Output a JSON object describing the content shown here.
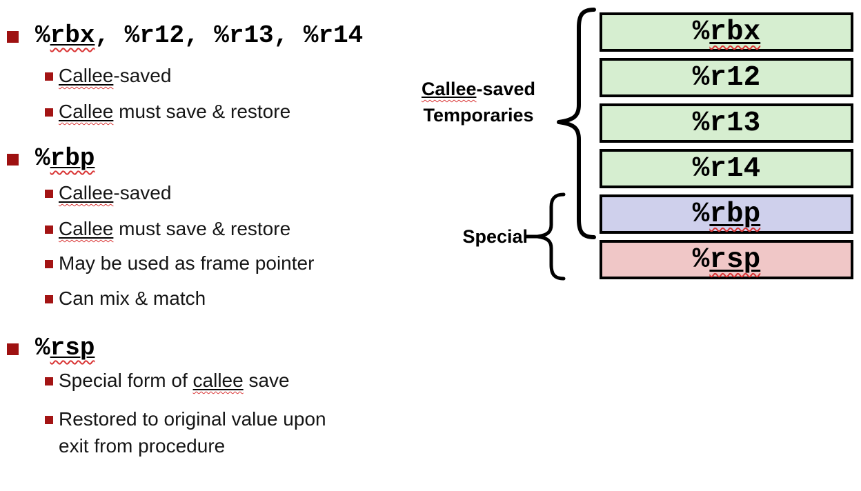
{
  "slide": {
    "background": "#ffffff",
    "outline": [
      {
        "heading": {
          "pre": "%",
          "mark": "rbx",
          "post": ", %r12, %r13, %r14"
        },
        "items": [
          {
            "pre": "",
            "mark": "Callee",
            "post": "-saved"
          },
          {
            "pre": "",
            "mark": "Callee",
            "post": " must save & restore"
          }
        ]
      },
      {
        "heading": {
          "pre": "%",
          "mark": "rbp",
          "post": ""
        },
        "items": [
          {
            "pre": "",
            "mark": "Callee",
            "post": "-saved"
          },
          {
            "pre": "",
            "mark": "Callee",
            "post": " must save & restore"
          },
          {
            "pre": "May be used as frame pointer",
            "mark": "",
            "post": ""
          },
          {
            "pre": "Can mix & match",
            "mark": "",
            "post": ""
          }
        ]
      },
      {
        "heading": {
          "pre": "%",
          "mark": "rsp",
          "post": ""
        },
        "items": [
          {
            "pre": "Special form of ",
            "mark": "callee",
            "post": " save"
          },
          {
            "pre": "Restored to original value upon",
            "mark": "",
            "post": "",
            "line2": "exit from procedure"
          }
        ]
      }
    ]
  },
  "diagram": {
    "group_labels": {
      "callee_saved_line1_mark": "Callee",
      "callee_saved_line1_post": "-saved",
      "callee_saved_line2": "Temporaries",
      "special": "Special"
    },
    "registers": [
      {
        "pre": "%",
        "mark": "rbx",
        "post": "",
        "fill": "#d6eed0",
        "group": "callee-saved-temporaries"
      },
      {
        "pre": "%r12",
        "mark": "",
        "post": "",
        "fill": "#d6eed0",
        "group": "callee-saved-temporaries"
      },
      {
        "pre": "%r13",
        "mark": "",
        "post": "",
        "fill": "#d6eed0",
        "group": "callee-saved-temporaries"
      },
      {
        "pre": "%r14",
        "mark": "",
        "post": "",
        "fill": "#d6eed0",
        "group": "callee-saved-temporaries"
      },
      {
        "pre": "%",
        "mark": "rbp",
        "post": "",
        "fill": "#cfd0ec",
        "group": "special"
      },
      {
        "pre": "%",
        "mark": "rsp",
        "post": "",
        "fill": "#f0c7c7",
        "group": "special"
      }
    ]
  },
  "colors": {
    "bullet_level1": "#9e1111",
    "bullet_level2": "#a31414",
    "box_border": "#000000",
    "misspell_wavy": "#d93434",
    "green_fill": "#d6eed0",
    "purple_fill": "#cfd0ec",
    "pink_fill": "#f0c7c7"
  }
}
